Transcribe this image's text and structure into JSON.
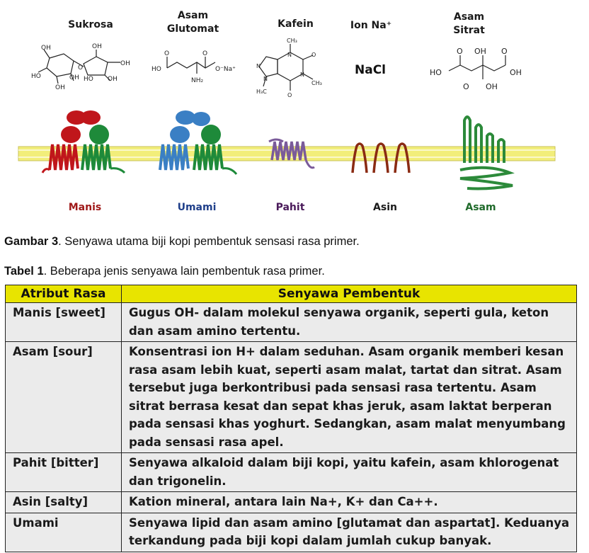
{
  "figure": {
    "compounds": [
      {
        "name": "Sukrosa"
      },
      {
        "name": "Asam\nGlutomat"
      },
      {
        "name": "Kafein"
      },
      {
        "name": "Ion Na⁺"
      },
      {
        "name": "Asam\nSitrat"
      }
    ],
    "nacl_label": "NaCl",
    "receptors": [
      {
        "label": "Manis",
        "color": "#a01a1a"
      },
      {
        "label": "Umami",
        "color": "#1f3f8a"
      },
      {
        "label": "Pahit",
        "color": "#4a1a5a"
      },
      {
        "label": "Asin",
        "color": "#1a1a1a"
      },
      {
        "label": "Asam",
        "color": "#1f6a2a"
      }
    ],
    "colors": {
      "membrane": "#f2ee7a",
      "sweet_red": "#c0161b",
      "sweet_green": "#1e8a3a",
      "umami_blue": "#3a7fc4",
      "bitter_purple": "#7a5a9a",
      "salty_brown": "#8a2a12",
      "sour_green": "#2c8a3a"
    }
  },
  "caption": {
    "label": "Gambar 3",
    "text": ". Senyawa utama biji kopi pembentuk sensasi rasa primer."
  },
  "table": {
    "title_label": "Tabel 1",
    "title_text": ". Beberapa jenis senyawa lain pembentuk rasa primer.",
    "headers": [
      "Atribut Rasa",
      "Senyawa Pembentuk"
    ],
    "rows": [
      {
        "attr": "Manis [sweet]",
        "desc": "Gugus OH- dalam molekul senyawa organik, seperti gula, keton dan asam amino tertentu."
      },
      {
        "attr": "Asam [sour]",
        "desc": "Konsentrasi ion H+ dalam seduhan. Asam organik memberi kesan rasa asam lebih kuat, seperti asam malat, tartat dan sitrat. Asam tersebut juga berkontribusi pada sensasi rasa tertentu. Asam sitrat berrasa kesat dan sepat khas jeruk, asam laktat berperan pada sensasi khas yoghurt. Sedangkan, asam malat menyumbang pada sensasi rasa apel."
      },
      {
        "attr": "Pahit [bitter]",
        "desc": "Senyawa alkaloid dalam biji kopi, yaitu kafein, asam khlorogenat dan trigonelin."
      },
      {
        "attr": "Asin [salty]",
        "desc": "Kation mineral, antara lain Na+, K+ dan Ca++."
      },
      {
        "attr": "Umami",
        "desc": "Senyawa lipid dan asam amino [glutamat dan aspartat]. Keduanya terkandung pada biji kopi dalam jumlah cukup banyak."
      }
    ]
  }
}
